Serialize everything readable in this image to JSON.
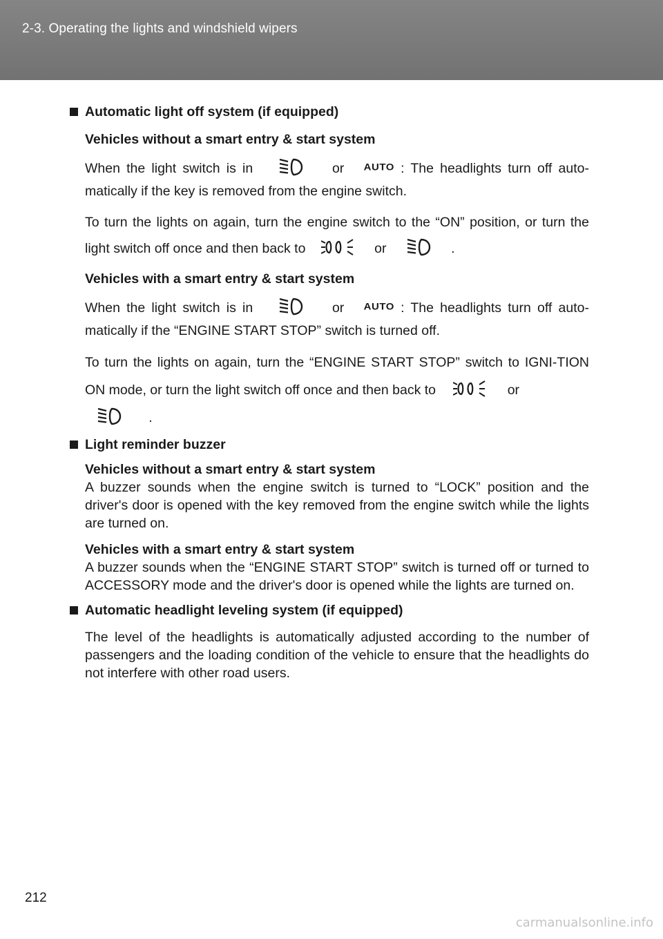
{
  "header": {
    "title": "2-3. Operating the lights and windshield wipers"
  },
  "sections": {
    "auto_off": {
      "heading": "Automatic light off system (if equipped)",
      "without": {
        "label": "Vehicles without a smart entry & start system",
        "p1_a": "When the light switch is in",
        "or": "or",
        "auto": "AUTO",
        "p1_b": ": The headlights turn off auto-matically if the key is removed from the engine switch.",
        "p2_a": "To turn the lights on again, turn the engine switch to the “ON” position, or turn the light switch off once and then back to",
        "period": "."
      },
      "with": {
        "label": "Vehicles with a smart entry & start system",
        "p1_a": "When the light switch is in",
        "p1_b": ": The headlights turn off auto-matically if the “ENGINE START STOP” switch is turned off.",
        "p2_a": "To turn the lights on again, turn the “ENGINE START STOP” switch to IGNI-TION ON mode, or turn the light switch off once and then back to"
      }
    },
    "buzzer": {
      "heading": "Light reminder buzzer",
      "without_label": "Vehicles without a smart entry & start system",
      "without_text": "A buzzer sounds when the engine switch is turned to “LOCK” position and the driver's door is opened with the key removed from the engine switch while the lights are turned on.",
      "with_label": "Vehicles with a smart entry & start system",
      "with_text": "A buzzer sounds when the “ENGINE START STOP” switch is turned off or turned to ACCESSORY mode and the driver's door is opened while the lights are turned on."
    },
    "leveling": {
      "heading": "Automatic headlight leveling system (if equipped)",
      "text": "The level of the headlights is automatically adjusted according to the number of passengers and the loading condition of the vehicle to ensure that the headlights do not interfere with other road users."
    }
  },
  "footer": {
    "page_number": "212",
    "watermark": "carmanualsonline.info"
  },
  "icons": {
    "headlight": "headlight-icon",
    "tail": "tail-light-icon",
    "auto": "auto-icon"
  }
}
